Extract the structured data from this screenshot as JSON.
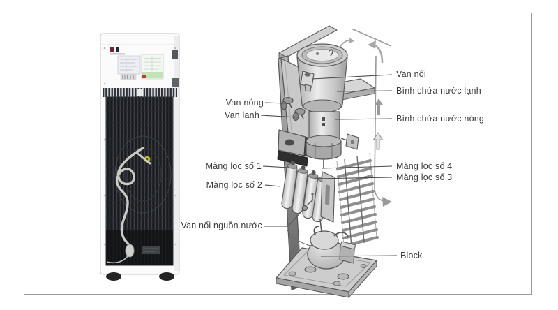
{
  "diagram": {
    "labels": {
      "van_noi": "Van nối",
      "binh_chua_nuoc_lanh": "Bình chứa nước lạnh",
      "binh_chua_nuoc_nong": "Bình chứa nước nóng",
      "van_nong": "Van nóng",
      "van_lanh": "Van lạnh",
      "mang_loc_so_1": "Màng lọc số 1",
      "mang_loc_so_2": "Màng lọc số 2",
      "mang_loc_so_3": "Màng lọc số 3",
      "mang_loc_so_4": "Màng lọc số 4",
      "van_noi_nguon_nuoc": "Van nối nguồn nước",
      "block": "Block"
    },
    "colors": {
      "label_text": "#3b3b3b",
      "leader_line": "#4a4a4a",
      "frame_border": "#9a9a9a",
      "art_stroke": "#565656",
      "highlight_fitting": "#d6c832"
    }
  }
}
